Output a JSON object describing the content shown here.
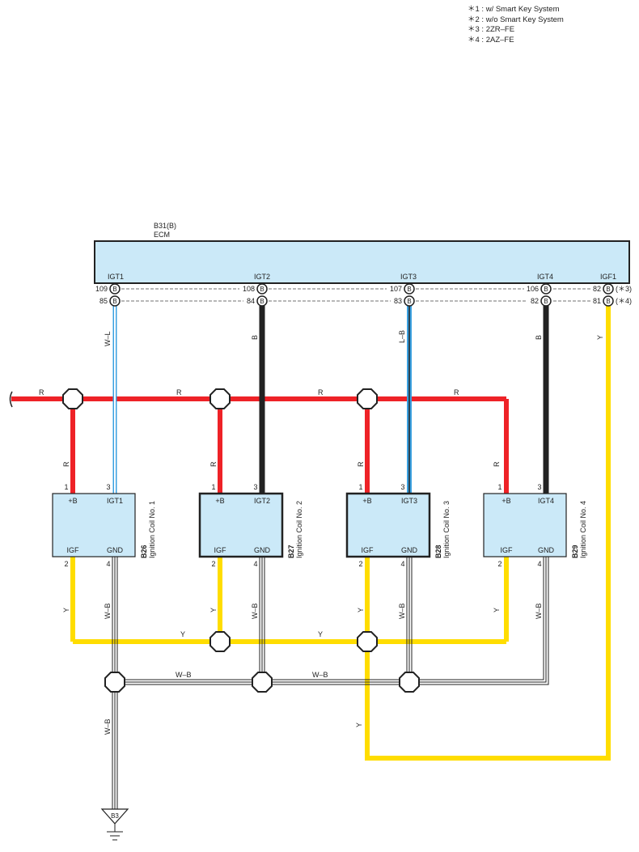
{
  "notes": [
    "＊1 : w/ Smart Key System",
    "＊2 : w/o Smart Key System",
    "＊3 : 2ZR–FE",
    "＊4 : 2AZ–FE"
  ],
  "ecm": {
    "connector": "B31(B)",
    "name": "ECM",
    "terminals": [
      "IGT1",
      "IGT2",
      "IGT3",
      "IGT4",
      "IGF1"
    ],
    "pins_row1": [
      "109",
      "108",
      "107",
      "106",
      "82"
    ],
    "pins_row2": [
      "85",
      "84",
      "83",
      "82",
      "81"
    ],
    "pin_letter": "B",
    "variant_row1": "(＊3)",
    "variant_row2": "(＊4)"
  },
  "wires": {
    "red": "R",
    "yellow": "Y",
    "ground": "W–B",
    "igt1": "W–L",
    "igt2": "B",
    "igt3": "L–B",
    "igt4": "B",
    "igf": "Y"
  },
  "coils": [
    {
      "id": "B26",
      "name": "Ignition Coil No. 1",
      "p_plus": "+B",
      "p_igt": "IGT1",
      "p_igf": "IGF",
      "p_gnd": "GND",
      "n_plus": "1",
      "n_igt": "3",
      "n_igf": "2",
      "n_gnd": "4"
    },
    {
      "id": "B27",
      "name": "Ignition Coil No. 2",
      "p_plus": "+B",
      "p_igt": "IGT2",
      "p_igf": "IGF",
      "p_gnd": "GND",
      "n_plus": "1",
      "n_igt": "3",
      "n_igf": "2",
      "n_gnd": "4"
    },
    {
      "id": "B28",
      "name": "Ignition Coil No. 3",
      "p_plus": "+B",
      "p_igt": "IGT3",
      "p_igf": "IGF",
      "p_gnd": "GND",
      "n_plus": "1",
      "n_igt": "3",
      "n_igf": "2",
      "n_gnd": "4"
    },
    {
      "id": "B29",
      "name": "Ignition Coil No. 4",
      "p_plus": "+B",
      "p_igt": "IGT4",
      "p_igf": "IGF",
      "p_gnd": "GND",
      "n_plus": "1",
      "n_igt": "3",
      "n_igf": "2",
      "n_gnd": "4"
    }
  ],
  "ground_point": "B3",
  "colors": {
    "box_fill": "#cbe9f8",
    "red_wire": "#ee2227",
    "yellow_wire": "#ffdd00",
    "black_wire": "#222222",
    "blue_wire": "#3aa0e0"
  }
}
